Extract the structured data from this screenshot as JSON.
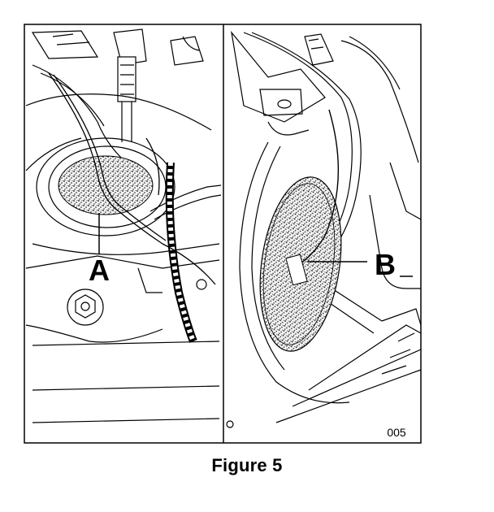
{
  "figure": {
    "left_panel": {
      "callout": "A"
    },
    "right_panel": {
      "callout": "B"
    },
    "figure_number": "005",
    "caption": "Figure 5"
  }
}
